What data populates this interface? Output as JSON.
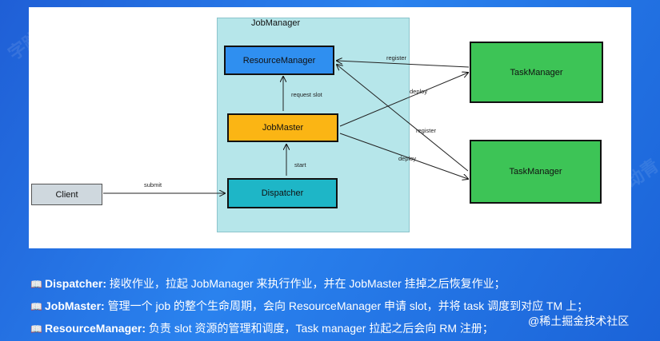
{
  "diagram": {
    "container_label": "JobManager",
    "boxes": {
      "resource_manager": {
        "label": "ResourceManager",
        "color": "#2f8ff0"
      },
      "job_master": {
        "label": "JobMaster",
        "color": "#fbb514"
      },
      "dispatcher": {
        "label": "Dispatcher",
        "color": "#1eb6c7"
      },
      "client": {
        "label": "Client",
        "color": "#cfd8de"
      },
      "task_manager_1": {
        "label": "TaskManager",
        "color": "#3dc456"
      },
      "task_manager_2": {
        "label": "TaskManager",
        "color": "#3dc456"
      }
    },
    "edges": {
      "request_slot": "request slot",
      "start": "start",
      "submit": "submit",
      "register_1": "register",
      "deploy_1": "deploy",
      "register_2": "register",
      "deploy_2": "deploy"
    },
    "container_color": "#b6e6ea"
  },
  "notes": [
    {
      "icon": "book-icon",
      "term": "Dispatcher:",
      "text": " 接收作业，拉起 JobManager 来执行作业，并在 JobMaster 挂掉之后恢复作业；"
    },
    {
      "icon": "book-icon",
      "term": "JobMaster:",
      "text": " 管理一个 job 的整个生命周期，会向 ResourceManager 申请 slot，并将 task 调度到对应 TM 上；"
    },
    {
      "icon": "book-icon",
      "term": "ResourceManager:",
      "text": " 负责 slot 资源的管理和调度，Task manager 拉起之后会向 RM 注册；"
    }
  ],
  "credit": "@稀土掘金技术社区"
}
